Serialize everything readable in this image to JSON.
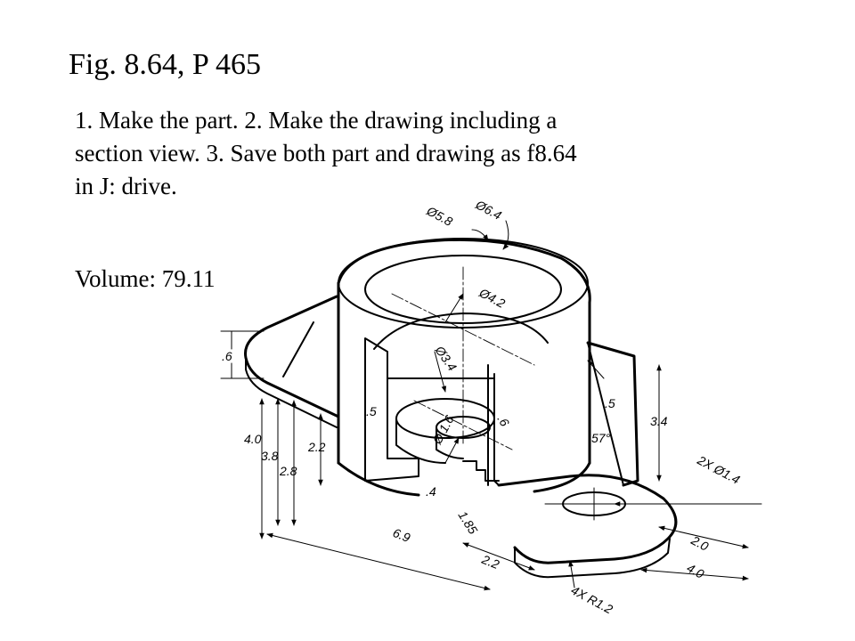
{
  "title": "Fig. 8.64, P 465",
  "instructions": [
    "1. Make the part.  2. Make the drawing including a",
    "section view. 3. Save both part and drawing as f8.64",
    "in  J: drive."
  ],
  "volume": "Volume: 79.11",
  "dimensions": {
    "d64": "Ø6.4",
    "d58": "Ø5.8",
    "d42": "Ø4.2",
    "d34": "Ø3.4",
    "d16": "Ø 1.6",
    "t6": ".6",
    "t5a": ".5",
    "t5b": ".5",
    "t6b": ".6",
    "t4": ".4",
    "h40": "4.0",
    "h38": "3.8",
    "h28": "2.8",
    "h22": "2.2",
    "h34": "3.4",
    "angle": "57°",
    "holes": "2X Ø1.4",
    "len69": "6.9",
    "len185": "1.85",
    "len22": "2.2",
    "len20": "2.0",
    "len40": "4.0",
    "radius": "4X R1.2"
  }
}
